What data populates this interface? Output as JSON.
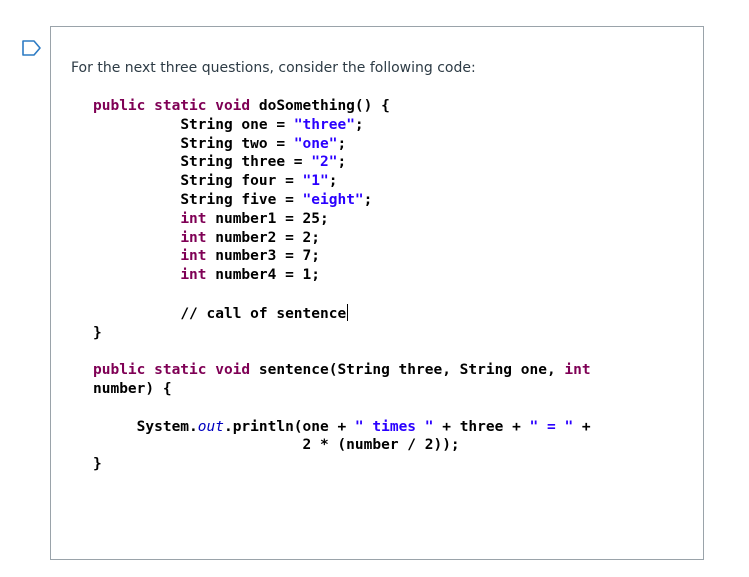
{
  "prompt": "For the next three questions, consider the following code:",
  "code": {
    "l1_kw": "public static void",
    "l1_rest": " doSomething() {",
    "l2_type": "String",
    "l2_name": " one = ",
    "l2_val": "\"three\"",
    "l3_type": "String",
    "l3_name": " two = ",
    "l3_val": "\"one\"",
    "l4_type": "String",
    "l4_name": " three = ",
    "l4_val": "\"2\"",
    "l5_type": "String",
    "l5_name": " four = ",
    "l5_val": "\"1\"",
    "l6_type": "String",
    "l6_name": " five = ",
    "l6_val": "\"eight\"",
    "l7_kw": "int",
    "l7_rest": " number1 = 25;",
    "l8_kw": "int",
    "l8_rest": " number2 = 2;",
    "l9_kw": "int",
    "l9_rest": " number3 = 7;",
    "l10_kw": "int",
    "l10_rest": " number4 = 1;",
    "comment": "// call of sentence",
    "close1": "}",
    "s1_kw": "public static void",
    "s1_rest": " sentence(String three, String one, ",
    "s1_kw2": "int",
    "s2": "number) {",
    "p1_a": "System.",
    "p1_out": "out",
    "p1_b": ".println(one + ",
    "p1_str1": "\" times \"",
    "p1_c": " + three + ",
    "p1_str2": "\" = \"",
    "p1_d": " +",
    "p2": "2 * (number / 2));",
    "close2": "}"
  }
}
